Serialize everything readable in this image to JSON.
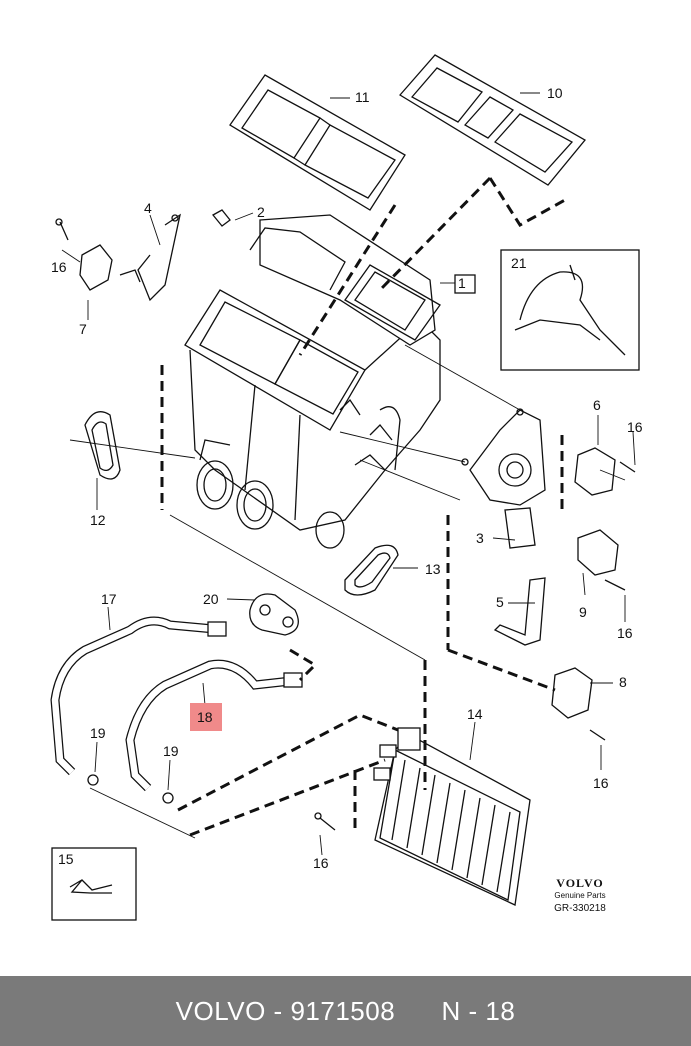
{
  "callouts": {
    "c1": "1",
    "c2": "2",
    "c3": "3",
    "c4": "4",
    "c5": "5",
    "c6": "6",
    "c7": "7",
    "c8": "8",
    "c9": "9",
    "c10": "10",
    "c11": "11",
    "c12": "12",
    "c13": "13",
    "c14": "14",
    "c15": "15",
    "c16": "16",
    "c17": "17",
    "c18": "18",
    "c19": "19",
    "c20": "20",
    "c21": "21"
  },
  "brand": {
    "logo": "VOLVO",
    "sub": "Genuine Parts",
    "ref": "GR-330218"
  },
  "footer": {
    "part": "VOLVO - 9171508",
    "position": "N - 18"
  },
  "colors": {
    "highlight": "#f08a8a",
    "footer_bg": "#7a7a7a",
    "line": "#111111"
  }
}
